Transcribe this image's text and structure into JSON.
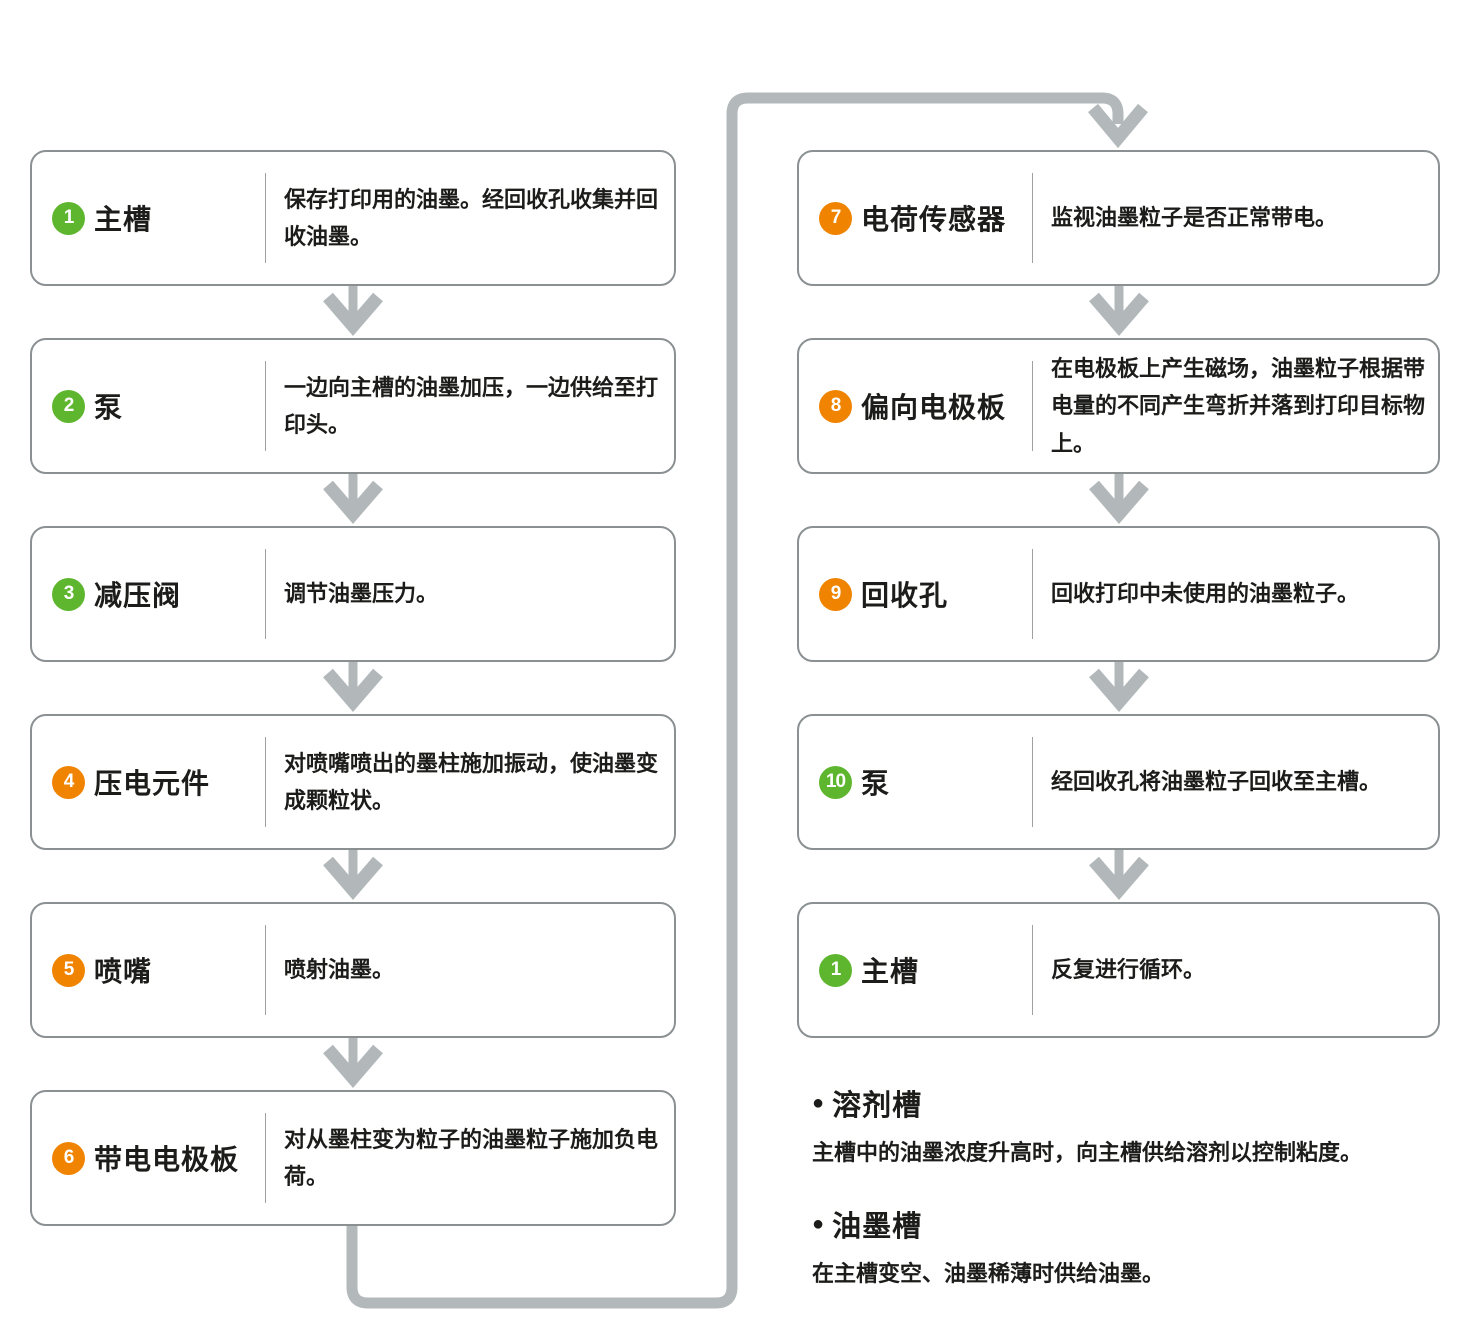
{
  "colors": {
    "badge_green": "#5db62e",
    "badge_orange": "#f08300",
    "arrow_gray": "#b2b8ba",
    "box_border_gray": "#8b9093",
    "text": "#1c1c1a"
  },
  "steps_left": [
    {
      "num": "1",
      "label": "主槽",
      "desc": "保存打印用的油墨。经回收孔收集并回收油墨。",
      "badge_color": "green"
    },
    {
      "num": "2",
      "label": "泵",
      "desc": "一边向主槽的油墨加压，一边供给至打印头。",
      "badge_color": "green"
    },
    {
      "num": "3",
      "label": "减压阀",
      "desc": "调节油墨压力。",
      "badge_color": "green"
    },
    {
      "num": "4",
      "label": "压电元件",
      "desc": "对喷嘴喷出的墨柱施加振动，使油墨变成颗粒状。",
      "badge_color": "orange"
    },
    {
      "num": "5",
      "label": "喷嘴",
      "desc": "喷射油墨。",
      "badge_color": "orange"
    },
    {
      "num": "6",
      "label": "带电电极板",
      "desc": "对从墨柱变为粒子的油墨粒子施加负电荷。",
      "badge_color": "orange"
    }
  ],
  "steps_right": [
    {
      "num": "7",
      "label": "电荷传感器",
      "desc": "监视油墨粒子是否正常带电。",
      "badge_color": "orange"
    },
    {
      "num": "8",
      "label": "偏向电极板",
      "desc": "在电极板上产生磁场，油墨粒子根据带电量的不同产生弯折并落到打印目标物上。",
      "badge_color": "orange"
    },
    {
      "num": "9",
      "label": "回收孔",
      "desc": "回收打印中未使用的油墨粒子。",
      "badge_color": "orange"
    },
    {
      "num": "10",
      "label": "泵",
      "desc": "经回收孔将油墨粒子回收至主槽。",
      "badge_color": "green"
    },
    {
      "num": "1",
      "label": "主槽",
      "desc": "反复进行循环。",
      "badge_color": "green"
    }
  ],
  "notes": [
    {
      "bullet": "●",
      "title": "溶剂槽",
      "desc": "主槽中的油墨浓度升高时，向主槽供给溶剂以控制粘度。"
    },
    {
      "bullet": "●",
      "title": "油墨槽",
      "desc": "在主槽变空、油墨稀薄时供给油墨。"
    }
  ]
}
